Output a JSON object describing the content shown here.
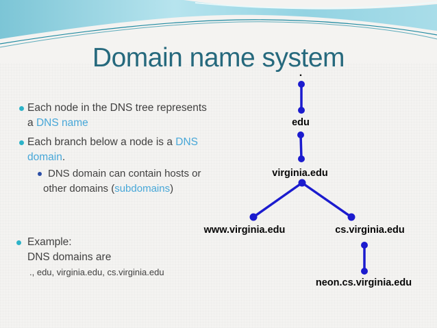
{
  "slide": {
    "title": "Domain name system",
    "colors": {
      "title_text": "#26697d",
      "body_text": "#3f3f3f",
      "accent_text": "#47a7d8",
      "bullet_level1": "#2db3c8",
      "bullet_level2": "#2b4ea6",
      "tree_blue": "#1b1bce",
      "banner_teal": "#86cddc",
      "background": "#f4f3f1"
    }
  },
  "bullets": [
    {
      "level": 1,
      "lines": [
        [
          {
            "t": "Each node in the DNS tree represents"
          }
        ],
        [
          {
            "t": "a "
          },
          {
            "t": "DNS name"
          }
        ]
      ]
    },
    {
      "level": 1,
      "lines": [
        [
          {
            "t": "Each branch below a node is a "
          },
          {
            "t": "DNS"
          }
        ],
        [
          {
            "t": "domain"
          },
          {
            "t": "."
          }
        ]
      ]
    },
    {
      "level": 2,
      "lines": [
        [
          {
            "t": "DNS domain can contain hosts or"
          }
        ],
        [
          {
            "t": "other domains ("
          },
          {
            "t": "subdomains"
          },
          {
            "t": ")"
          }
        ]
      ]
    },
    {
      "level": 1,
      "lines": [
        [
          {
            "t": "Example:"
          }
        ],
        [
          {
            "t": "DNS domains are"
          }
        ],
        [
          {
            "t": " ., edu, virginia.edu, cs.virginia.edu"
          }
        ]
      ]
    }
  ],
  "tree": {
    "labels": {
      "root": ".",
      "tld": "edu",
      "domain": "virginia.edu",
      "host_www": "www.virginia.edu",
      "host_cs": "cs.virginia.edu",
      "host_neon": "neon.cs.virginia.edu"
    }
  }
}
